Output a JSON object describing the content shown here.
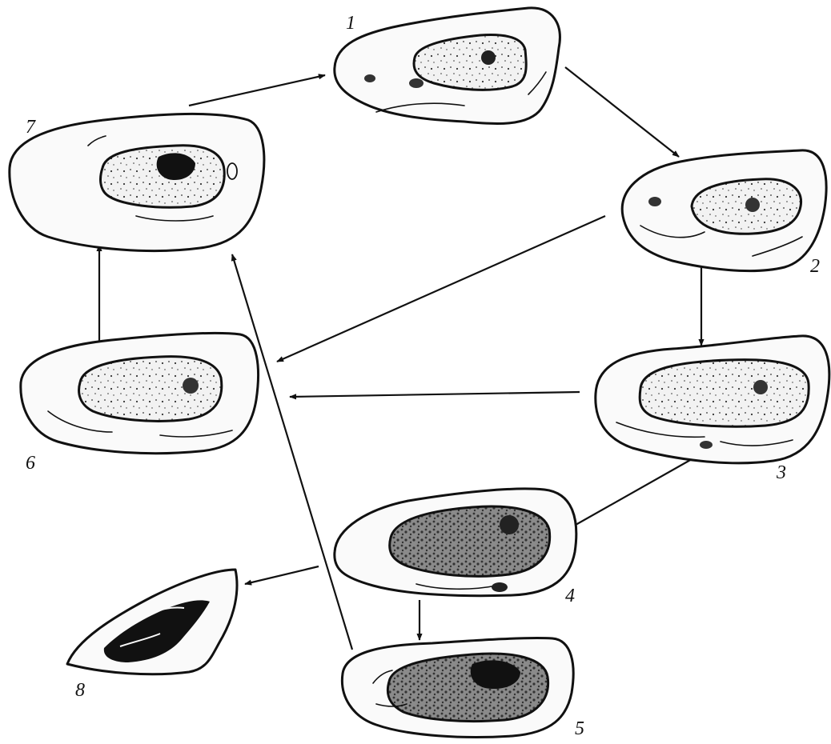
{
  "diagram": {
    "cells": [
      {
        "id": "1",
        "label": "1",
        "state": "normal"
      },
      {
        "id": "2",
        "label": "2",
        "state": "normal"
      },
      {
        "id": "3",
        "label": "3",
        "state": "normal"
      },
      {
        "id": "4",
        "label": "4",
        "state": "dark"
      },
      {
        "id": "5",
        "label": "5",
        "state": "dark"
      },
      {
        "id": "6",
        "label": "6",
        "state": "normal"
      },
      {
        "id": "7",
        "label": "7",
        "state": "normal"
      },
      {
        "id": "8",
        "label": "8",
        "state": "shrunken"
      }
    ],
    "arrows": [
      {
        "from": "7",
        "to": "1"
      },
      {
        "from": "1",
        "to": "2"
      },
      {
        "from": "2",
        "to": "3"
      },
      {
        "from": "2",
        "to": "6"
      },
      {
        "from": "3",
        "to": "6"
      },
      {
        "from": "3",
        "to": "4"
      },
      {
        "from": "4",
        "to": "5"
      },
      {
        "from": "4",
        "to": "8"
      },
      {
        "from": "5",
        "to": "7"
      },
      {
        "from": "6",
        "to": "7"
      }
    ],
    "colors": {
      "ink": "#111111",
      "cytoplasm": "#fafafa",
      "nucleus_light": "#f0f0f0",
      "nucleus_dark": "#6a6a6a"
    }
  }
}
